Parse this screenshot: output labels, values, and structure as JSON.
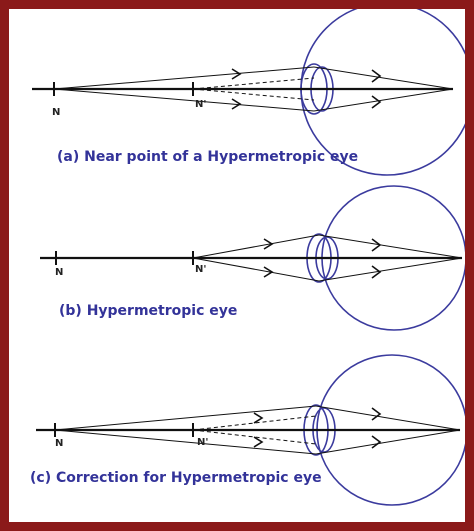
{
  "colors": {
    "border": "#8b1a1a",
    "eye": "#3b3b9e",
    "ray": "#111111",
    "caption": "#333399"
  },
  "panels": [
    {
      "id": "a",
      "caption": "(a) Near point of a Hypermetropic eye",
      "near_label": "N",
      "image_label": "N'"
    },
    {
      "id": "b",
      "caption": "(b) Hypermetropic eye",
      "near_label": "N",
      "image_label": "N'"
    },
    {
      "id": "c",
      "caption": "(c) Correction for Hypermetropic eye",
      "near_label": "N",
      "image_label": "N'"
    }
  ]
}
